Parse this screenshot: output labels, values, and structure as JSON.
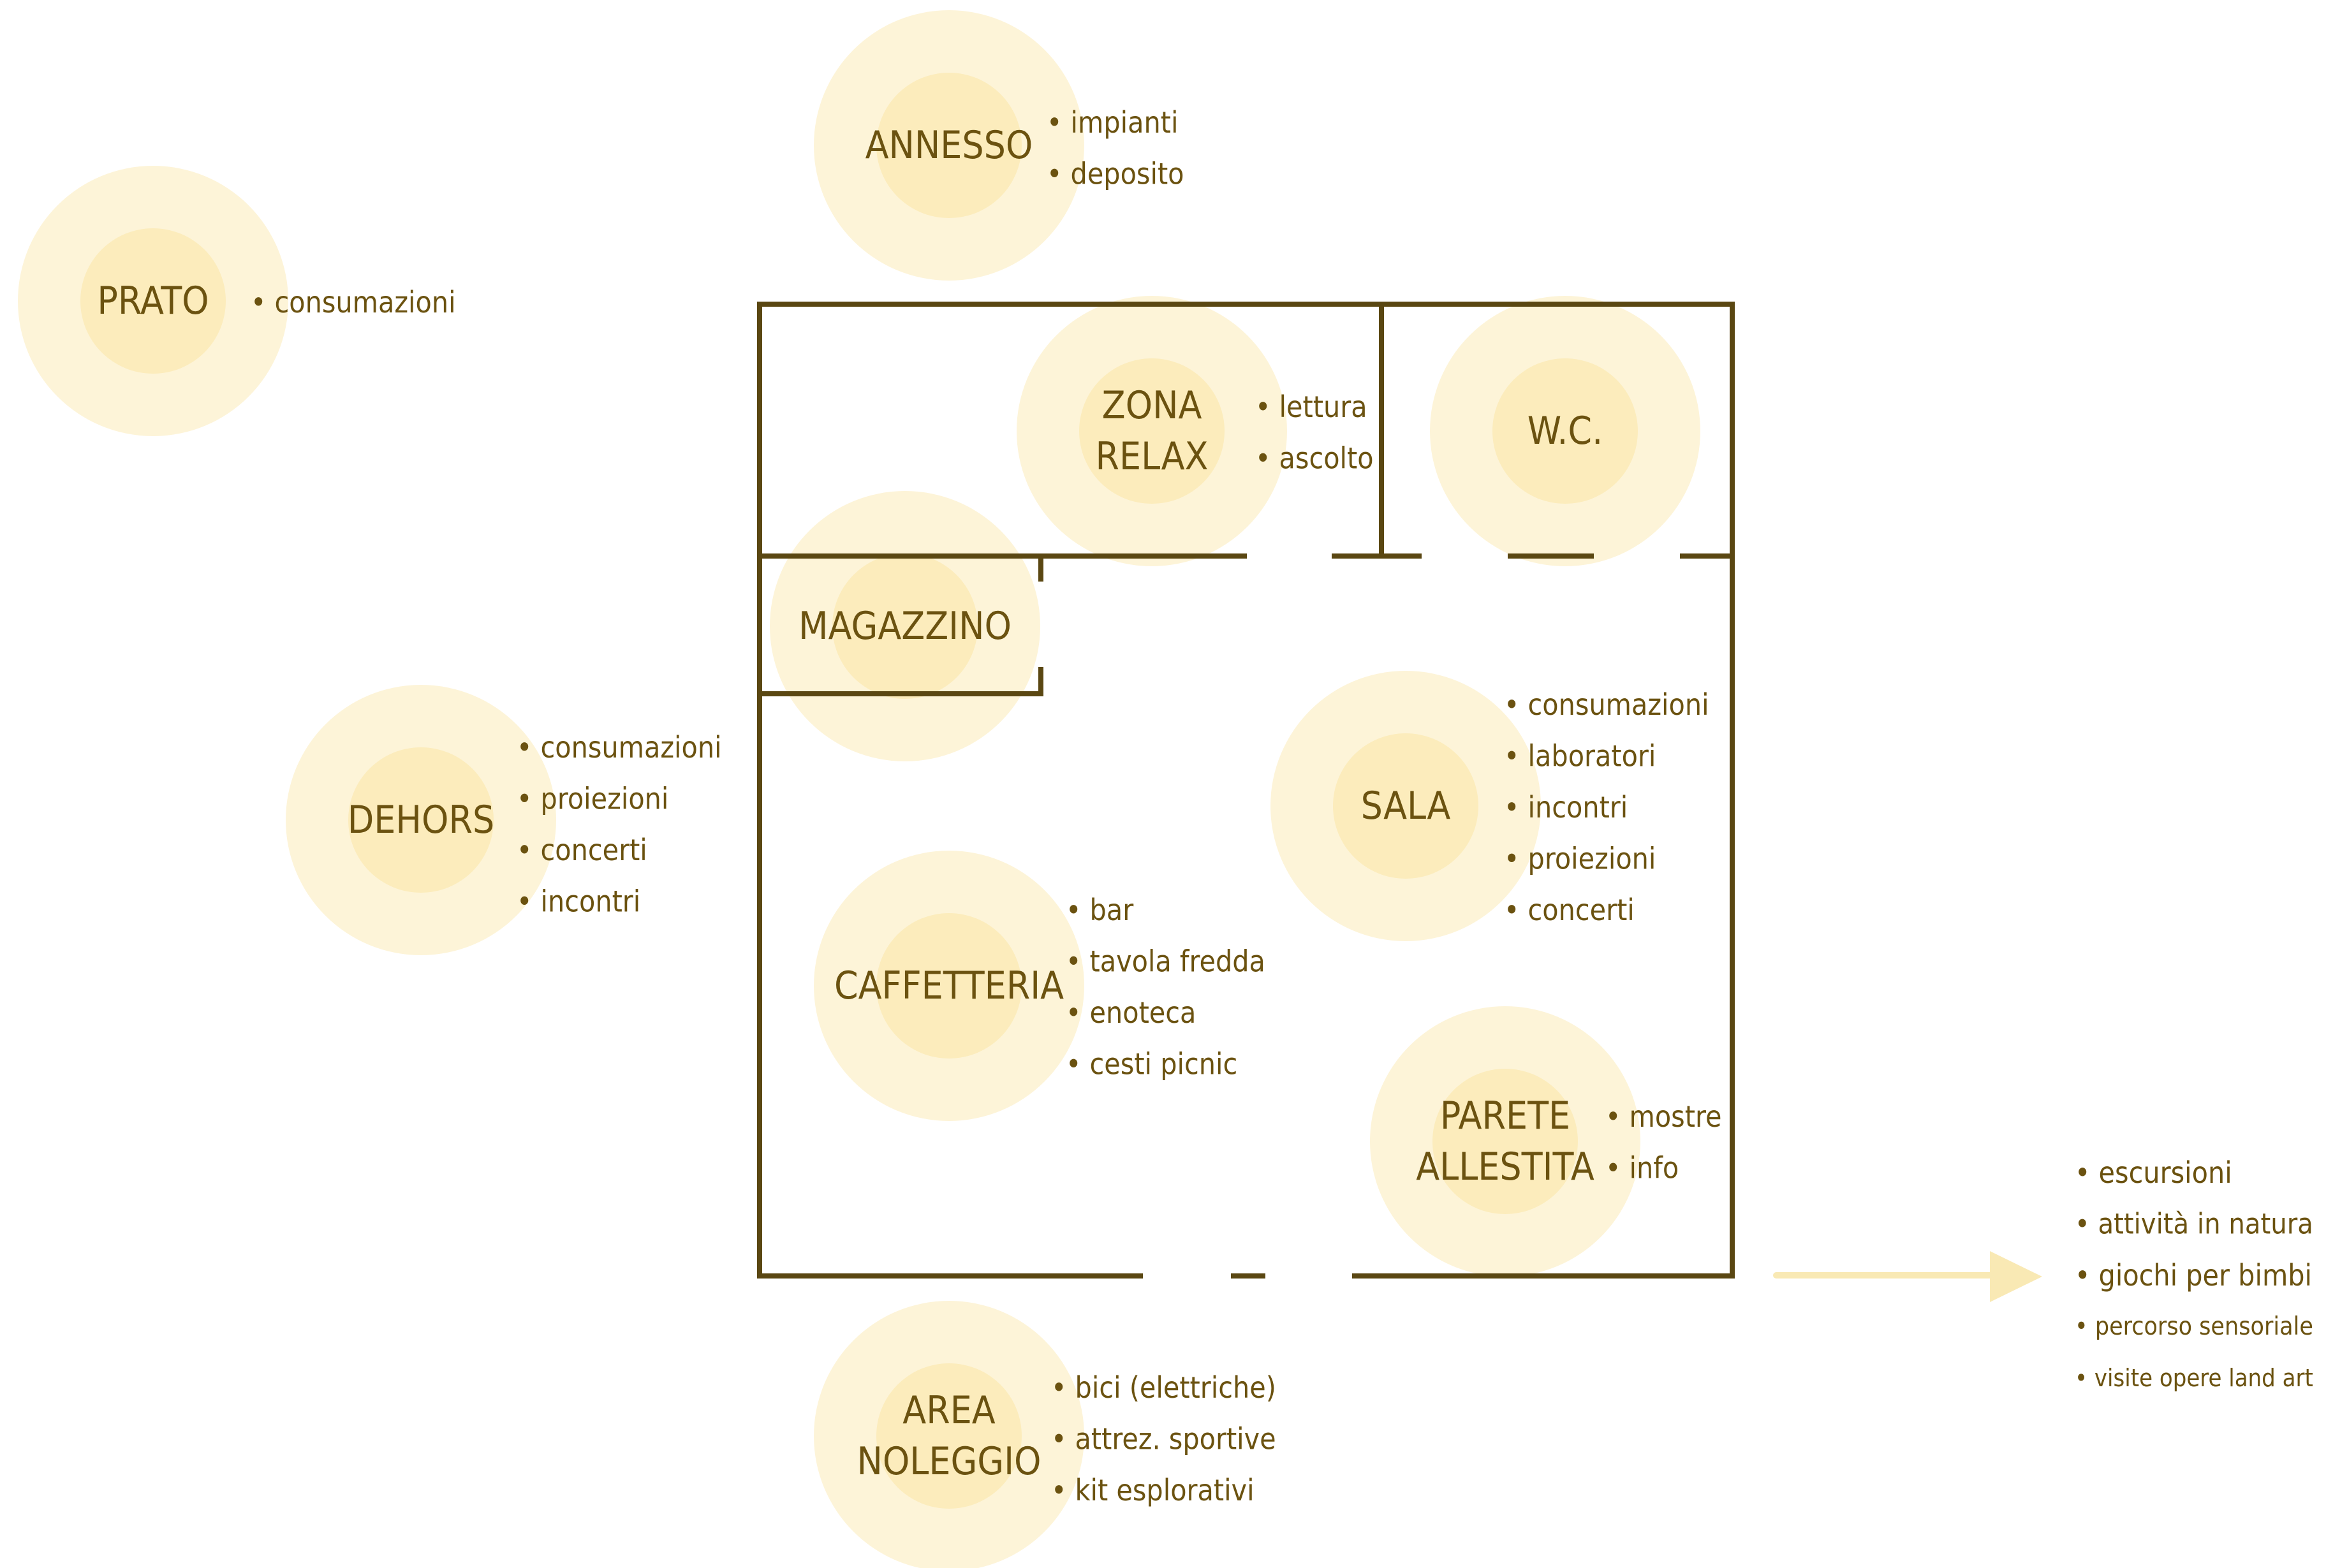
{
  "colors": {
    "wall": "#5a4712",
    "halo_outer": "#fdf4d8",
    "halo_inner": "#fcecbc",
    "text": "#6b5210",
    "arrow": "#f9e9b4"
  },
  "zones": [
    {
      "id": "prato",
      "label": [
        "PRATO"
      ],
      "items": [
        "consumazioni"
      ]
    },
    {
      "id": "annesso",
      "label": [
        "ANNESSO"
      ],
      "items": [
        "impianti",
        "deposito"
      ]
    },
    {
      "id": "zona-relax",
      "label": [
        "ZONA",
        "RELAX"
      ],
      "items": [
        "lettura",
        "ascolto"
      ]
    },
    {
      "id": "wc",
      "label": [
        "W.C."
      ],
      "items": []
    },
    {
      "id": "magazzino",
      "label": [
        "MAGAZZINO"
      ],
      "items": []
    },
    {
      "id": "dehors",
      "label": [
        "DEHORS"
      ],
      "items": [
        "consumazioni",
        "proiezioni",
        "concerti",
        "incontri"
      ]
    },
    {
      "id": "sala",
      "label": [
        "SALA"
      ],
      "items": [
        "consumazioni",
        "laboratori",
        "incontri",
        "proiezioni",
        "concerti"
      ]
    },
    {
      "id": "caffetteria",
      "label": [
        "CAFFETTERIA"
      ],
      "items": [
        "bar",
        "tavola fredda",
        "enoteca",
        "cesti picnic"
      ]
    },
    {
      "id": "parete-allestita",
      "label": [
        "PARETE",
        "ALLESTITA"
      ],
      "items": [
        "mostre",
        "info"
      ]
    },
    {
      "id": "area-noleggio",
      "label": [
        "AREA",
        "NOLEGGIO"
      ],
      "items": [
        "bici (elettriche)",
        "attrez. sportive",
        "kit esplorativi"
      ]
    }
  ],
  "outside_activities": {
    "items": [
      "escursioni",
      "attività in natura",
      "giochi per bimbi",
      "percorso sensoriale",
      "visite opere land art"
    ]
  }
}
